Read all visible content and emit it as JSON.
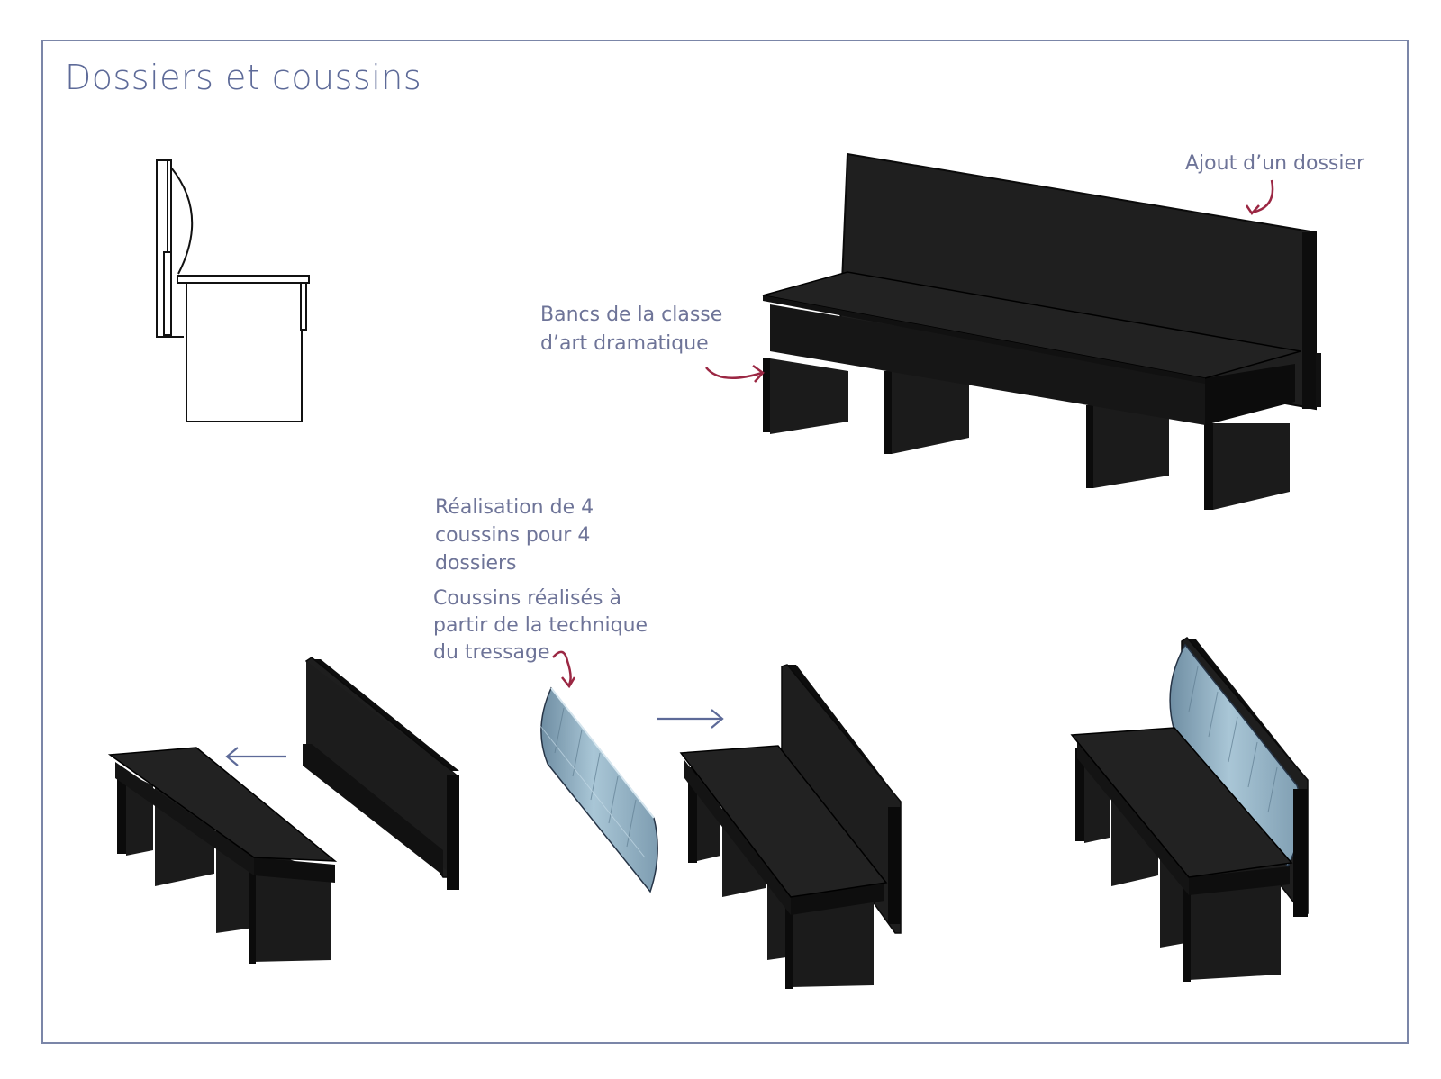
{
  "page": {
    "title": "Dossiers et coussins",
    "colors": {
      "frame": "#7b86a8",
      "text": "#6e7498",
      "annotation_arrow": "#9b2743",
      "step_arrow": "#5d6a98",
      "bench": "#1c1c1c",
      "cushion": "#8fb0c4"
    }
  },
  "annotations": {
    "backrest": "Ajout d’un dossier",
    "bench": [
      "Bancs de la classe",
      "d’art dramatique"
    ],
    "cushions_count": [
      "Réalisation de 4",
      "coussins pour 4",
      "dossiers"
    ],
    "cushions_technique": [
      "Coussins réalisés à",
      "partir de la technique",
      "du tressage"
    ]
  },
  "icons": [
    "curved-arrow-icon",
    "left-arrow-icon",
    "right-arrow-icon"
  ]
}
